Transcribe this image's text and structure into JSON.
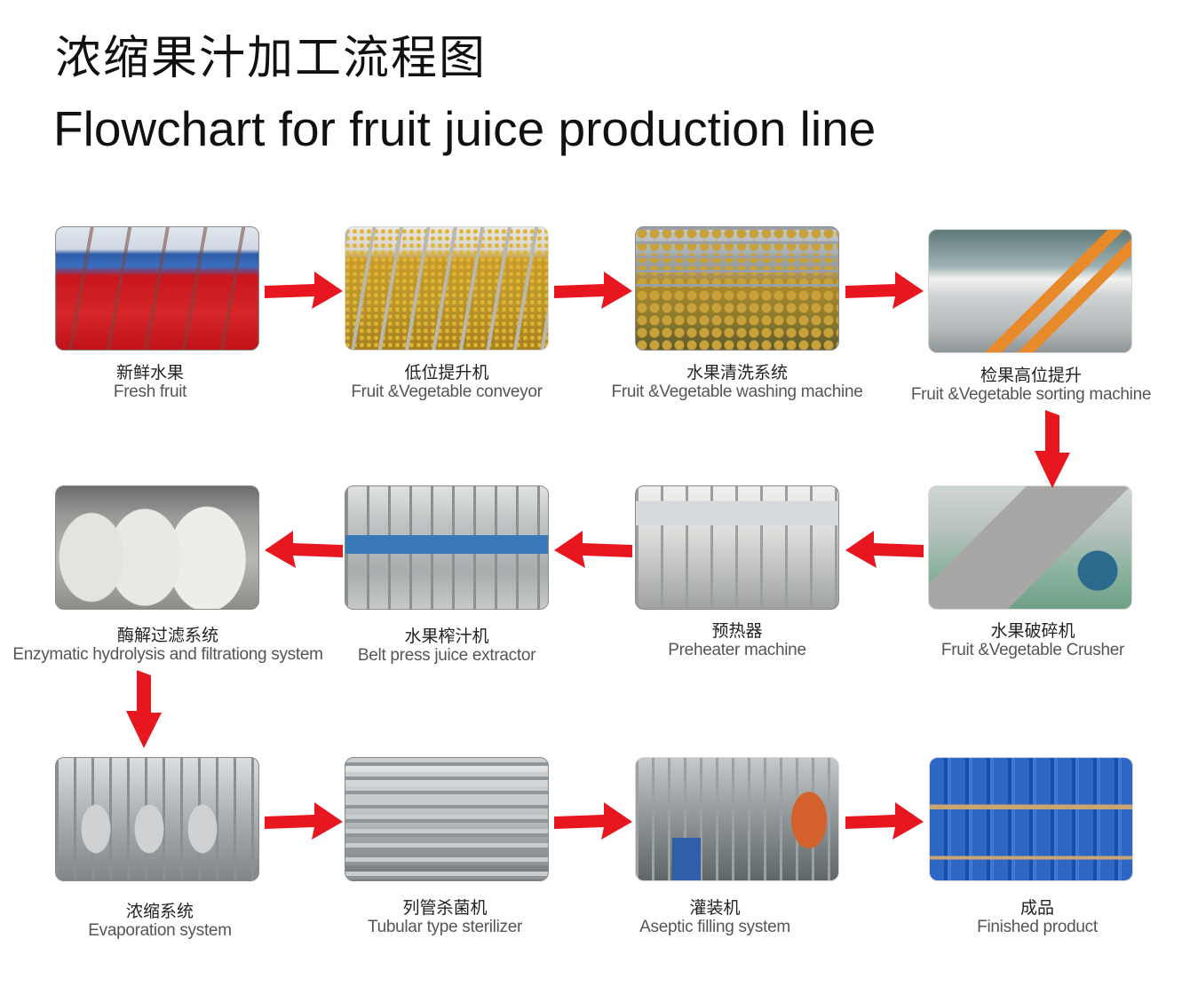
{
  "title": {
    "cn": "浓缩果汁加工流程图",
    "en": "Flowchart for fruit juice production line"
  },
  "colors": {
    "arrow": "#e8161e",
    "text_primary": "#222222",
    "text_secondary": "#555555",
    "background": "#ffffff"
  },
  "steps": [
    {
      "order": 1,
      "cn": "新鲜水果",
      "en": "Fresh fruit",
      "photo": "fresh-fruit-photo"
    },
    {
      "order": 2,
      "cn": "低位提升机",
      "en": "Fruit &Vegetable conveyor",
      "photo": "conveyor-photo"
    },
    {
      "order": 3,
      "cn": "水果清洗系统",
      "en": "Fruit &Vegetable washing machine",
      "photo": "washing-machine-photo"
    },
    {
      "order": 4,
      "cn": "检果高位提升",
      "en": "Fruit &Vegetable sorting machine",
      "photo": "sorting-machine-photo"
    },
    {
      "order": 5,
      "cn": "水果破碎机",
      "en": "Fruit &Vegetable Crusher",
      "photo": "crusher-photo"
    },
    {
      "order": 6,
      "cn": "预热器",
      "en": "Preheater machine",
      "photo": "preheater-photo"
    },
    {
      "order": 7,
      "cn": "水果榨汁机",
      "en": "Belt press juice extractor",
      "photo": "belt-press-photo"
    },
    {
      "order": 8,
      "cn": "酶解过滤系统",
      "en": "Enzymatic hydrolysis and filtrationg system",
      "photo": "enzymatic-system-photo"
    },
    {
      "order": 9,
      "cn": "浓缩系统",
      "en": "Evaporation system",
      "photo": "evaporation-photo"
    },
    {
      "order": 10,
      "cn": "列管杀菌机",
      "en": "Tubular type sterilizer",
      "photo": "sterilizer-photo"
    },
    {
      "order": 11,
      "cn": "灌装机",
      "en": "Aseptic filling system",
      "photo": "filling-photo"
    },
    {
      "order": 12,
      "cn": "成品",
      "en": "Finished product",
      "photo": "finished-product-photo"
    }
  ],
  "arrows": [
    {
      "from": 1,
      "to": 2,
      "direction": "right"
    },
    {
      "from": 2,
      "to": 3,
      "direction": "right"
    },
    {
      "from": 3,
      "to": 4,
      "direction": "right"
    },
    {
      "from": 4,
      "to": 5,
      "direction": "down"
    },
    {
      "from": 5,
      "to": 6,
      "direction": "left"
    },
    {
      "from": 6,
      "to": 7,
      "direction": "left"
    },
    {
      "from": 7,
      "to": 8,
      "direction": "left"
    },
    {
      "from": 8,
      "to": 9,
      "direction": "down"
    },
    {
      "from": 9,
      "to": 10,
      "direction": "right"
    },
    {
      "from": 10,
      "to": 11,
      "direction": "right"
    },
    {
      "from": 11,
      "to": 12,
      "direction": "right"
    }
  ]
}
